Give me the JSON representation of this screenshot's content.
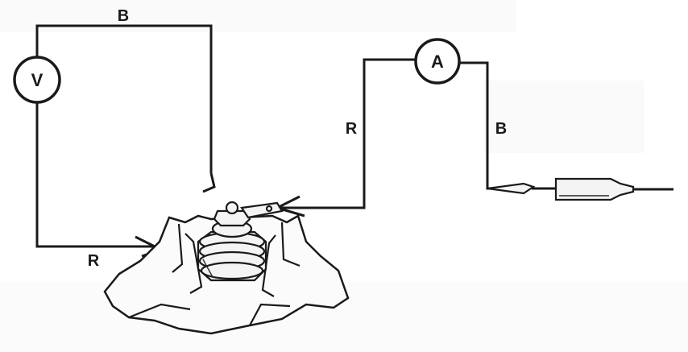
{
  "diagram": {
    "voltmeter": {
      "symbol": "V"
    },
    "ammeter": {
      "symbol": "A"
    },
    "wire_labels": {
      "voltmeter_top": "B",
      "voltmeter_bottom": "R",
      "ammeter_left": "R",
      "ammeter_right": "B"
    }
  },
  "colors": {
    "ink": "#1a1a1a",
    "paper": "#ffffff"
  }
}
